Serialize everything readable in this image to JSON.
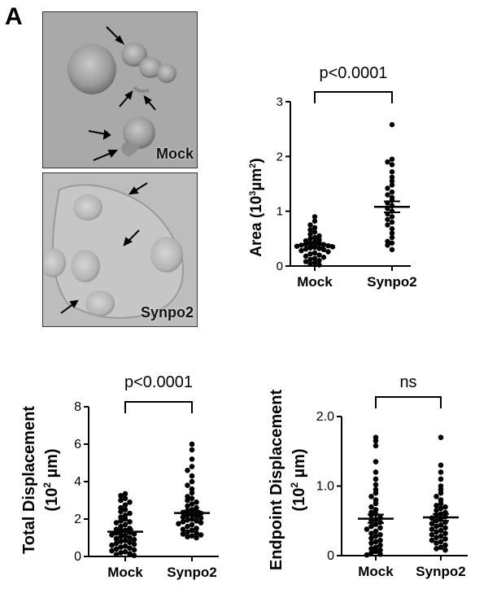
{
  "figure": {
    "panel_letter": "A",
    "micrographs": [
      {
        "label": "Mock"
      },
      {
        "label": "Synpo2"
      }
    ]
  },
  "chart_data": [
    {
      "type": "scatter",
      "categories": [
        "Mock",
        "Synpo2"
      ],
      "ylabel": "Area (10³µm²)",
      "ylabel_parts": [
        "Area (10",
        "3",
        "µm",
        "2",
        ")"
      ],
      "yticks": [
        0,
        1,
        2,
        3
      ],
      "ytick_labels": [
        "0",
        "1",
        "2",
        "3"
      ],
      "ylim": [
        0,
        3
      ],
      "annotation": "p<0.0001",
      "series": [
        {
          "category": "Mock",
          "mean": 0.38,
          "sem": 0.04,
          "values": [
            0.9,
            0.82,
            0.75,
            0.7,
            0.66,
            0.62,
            0.58,
            0.55,
            0.52,
            0.5,
            0.48,
            0.46,
            0.44,
            0.42,
            0.41,
            0.4,
            0.39,
            0.38,
            0.37,
            0.36,
            0.35,
            0.34,
            0.33,
            0.32,
            0.31,
            0.3,
            0.28,
            0.26,
            0.24,
            0.22,
            0.2,
            0.18,
            0.16,
            0.14,
            0.12,
            0.1,
            0.08,
            0.06,
            0.04,
            0.02
          ]
        },
        {
          "category": "Synpo2",
          "mean": 1.08,
          "sem": 0.1,
          "values": [
            2.58,
            1.95,
            1.9,
            1.85,
            1.72,
            1.62,
            1.55,
            1.48,
            1.42,
            1.35,
            1.3,
            1.25,
            1.2,
            1.15,
            1.1,
            1.05,
            1.0,
            0.95,
            0.9,
            0.85,
            0.8,
            0.75,
            0.68,
            0.6,
            0.52,
            0.45,
            0.42,
            0.38,
            0.3
          ]
        }
      ]
    },
    {
      "type": "scatter",
      "categories": [
        "Mock",
        "Synpo2"
      ],
      "ylabel": "Total Displacement (10² µm)",
      "ylabel_parts": [
        "Total Displacement",
        "(10",
        "2",
        " µm)"
      ],
      "yticks": [
        0,
        2,
        4,
        6,
        8
      ],
      "ytick_labels": [
        "0",
        "2",
        "4",
        "6",
        "8"
      ],
      "ylim": [
        0,
        8
      ],
      "annotation": "p<0.0001",
      "series": [
        {
          "category": "Mock",
          "mean": 1.32,
          "sem": 0.12,
          "values": [
            3.35,
            3.25,
            3.1,
            3.0,
            2.9,
            2.75,
            2.6,
            2.5,
            2.4,
            2.3,
            2.2,
            2.1,
            2.0,
            1.9,
            1.85,
            1.8,
            1.7,
            1.6,
            1.5,
            1.45,
            1.4,
            1.35,
            1.3,
            1.25,
            1.2,
            1.15,
            1.1,
            1.05,
            1.0,
            0.95,
            0.9,
            0.85,
            0.8,
            0.75,
            0.7,
            0.65,
            0.6,
            0.55,
            0.5,
            0.45,
            0.4,
            0.35,
            0.3,
            0.25,
            0.2,
            0.15,
            0.1,
            0.05
          ]
        },
        {
          "category": "Synpo2",
          "mean": 2.32,
          "sem": 0.12,
          "values": [
            6.0,
            5.7,
            5.2,
            4.8,
            4.6,
            4.3,
            4.0,
            3.8,
            3.6,
            3.4,
            3.2,
            3.1,
            3.0,
            2.9,
            2.8,
            2.7,
            2.6,
            2.5,
            2.45,
            2.4,
            2.35,
            2.3,
            2.25,
            2.2,
            2.15,
            2.1,
            2.05,
            2.0,
            1.95,
            1.9,
            1.85,
            1.8,
            1.75,
            1.7,
            1.6,
            1.5,
            1.45,
            1.4,
            1.3,
            1.25,
            1.2,
            1.15,
            1.1,
            1.05,
            1.0
          ]
        }
      ]
    },
    {
      "type": "scatter",
      "categories": [
        "Mock",
        "Synpo2"
      ],
      "ylabel": "Endpoint Displacement (10² µm)",
      "ylabel_parts": [
        "Endpoint Displacement",
        "(10",
        "2",
        " µm)"
      ],
      "yticks": [
        0,
        1.0,
        2.0
      ],
      "ytick_labels": [
        "0",
        "1.0",
        "2.0"
      ],
      "ylim": [
        0,
        2.0
      ],
      "annotation": "ns",
      "series": [
        {
          "category": "Mock",
          "mean": 0.53,
          "sem": 0.06,
          "values": [
            1.7,
            1.65,
            1.58,
            1.35,
            1.2,
            1.1,
            1.02,
            0.95,
            0.9,
            0.85,
            0.8,
            0.75,
            0.7,
            0.66,
            0.62,
            0.6,
            0.58,
            0.55,
            0.52,
            0.5,
            0.48,
            0.45,
            0.42,
            0.4,
            0.38,
            0.35,
            0.32,
            0.3,
            0.28,
            0.25,
            0.22,
            0.2,
            0.18,
            0.15,
            0.12,
            0.1,
            0.08,
            0.06,
            0.04,
            0.02,
            0.01
          ]
        },
        {
          "category": "Synpo2",
          "mean": 0.55,
          "sem": 0.05,
          "values": [
            1.7,
            1.3,
            1.2,
            1.1,
            1.0,
            0.95,
            0.9,
            0.85,
            0.8,
            0.75,
            0.72,
            0.7,
            0.68,
            0.65,
            0.62,
            0.6,
            0.58,
            0.56,
            0.54,
            0.52,
            0.5,
            0.48,
            0.46,
            0.44,
            0.42,
            0.4,
            0.38,
            0.36,
            0.34,
            0.32,
            0.3,
            0.28,
            0.26,
            0.24,
            0.22,
            0.2,
            0.18,
            0.15,
            0.12,
            0.1,
            0.08
          ]
        }
      ]
    }
  ]
}
